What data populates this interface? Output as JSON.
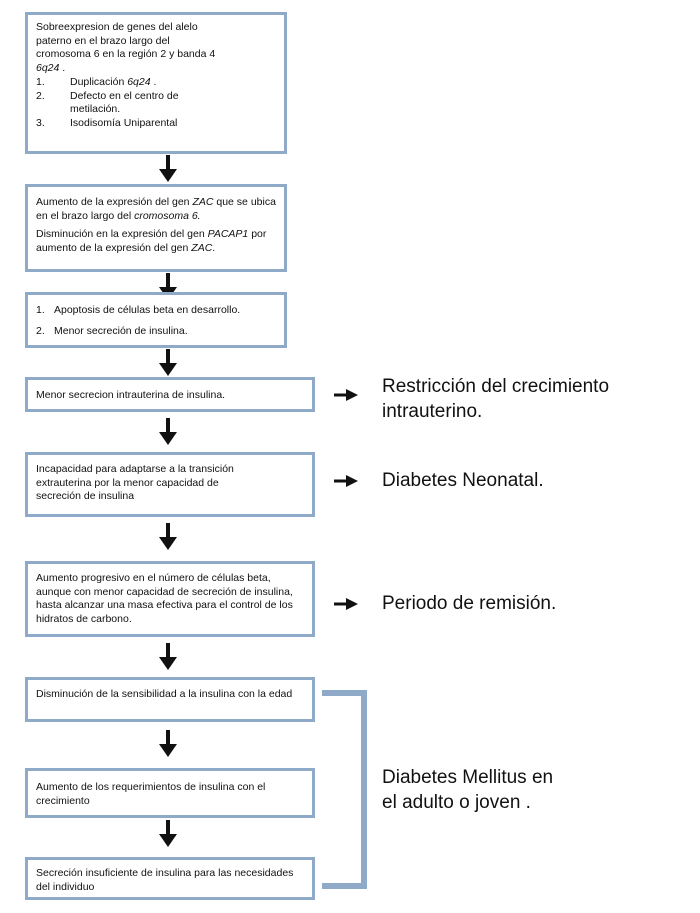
{
  "boxes": {
    "b1": {
      "lines": [
        "Sobreexpresion de genes del alelo",
        "paterno en el brazo largo del",
        "cromosoma 6 en la región 2 y banda 4"
      ],
      "band_italic": "6q24",
      "band_end": " .",
      "items": [
        {
          "num": "1.",
          "pre": "Duplicación ",
          "italic": "6q24",
          "post": " ."
        },
        {
          "num": "2.",
          "pre": "Defecto en el centro de metilación.",
          "italic": "",
          "post": ""
        },
        {
          "num": "3.",
          "pre": "Isodisomía  Uniparental",
          "italic": "",
          "post": ""
        }
      ]
    },
    "b2": {
      "p1_a": "Aumento de la expresión del gen ",
      "p1_gene": "ZAC",
      "p1_b": " que se ubica en el brazo largo del ",
      "p1_chrom": "cromosoma 6.",
      "p2_a": "Disminución en la expresión del gen ",
      "p2_gene": "PACAP1",
      "p2_b": " por aumento de la expresión del gen ",
      "p2_gene2": "ZAC",
      "p2_c": "."
    },
    "b3": {
      "items": [
        {
          "num": "1.",
          "text": "Apoptosis   de células beta en desarrollo."
        },
        {
          "num": "2.",
          "text": "Menor secreción de insulina."
        }
      ]
    },
    "b4": "Menor secrecion  intrauterina de insulina.",
    "b5": "Incapacidad para adaptarse a la transición extrauterina por  la menor capacidad de secreción de insulina",
    "b6": "Aumento progresivo en el número de células beta, aunque con menor capacidad de secreción de insulina, hasta alcanzar una masa efectiva para el control de los hidratos de carbono.",
    "b7": "Disminución de la sensibilidad a la insulina con la edad",
    "b8": "Aumento de los requerimientos de insulina con el crecimiento",
    "b9": "Secreción insuficiente de insulina para las necesidades del individuo"
  },
  "outcomes": {
    "o1_line1": "Restricción del crecimiento",
    "o1_line2": "intrauterino.",
    "o2": "Diabetes Neonatal.",
    "o3": "Periodo de remisión.",
    "o4_line1": "Diabetes  Mellitus  en",
    "o4_line2": "el adulto o  joven ."
  },
  "colors": {
    "box_border": "#8fa9c9",
    "bracket": "#8fa9c9",
    "arrow": "#111111"
  }
}
